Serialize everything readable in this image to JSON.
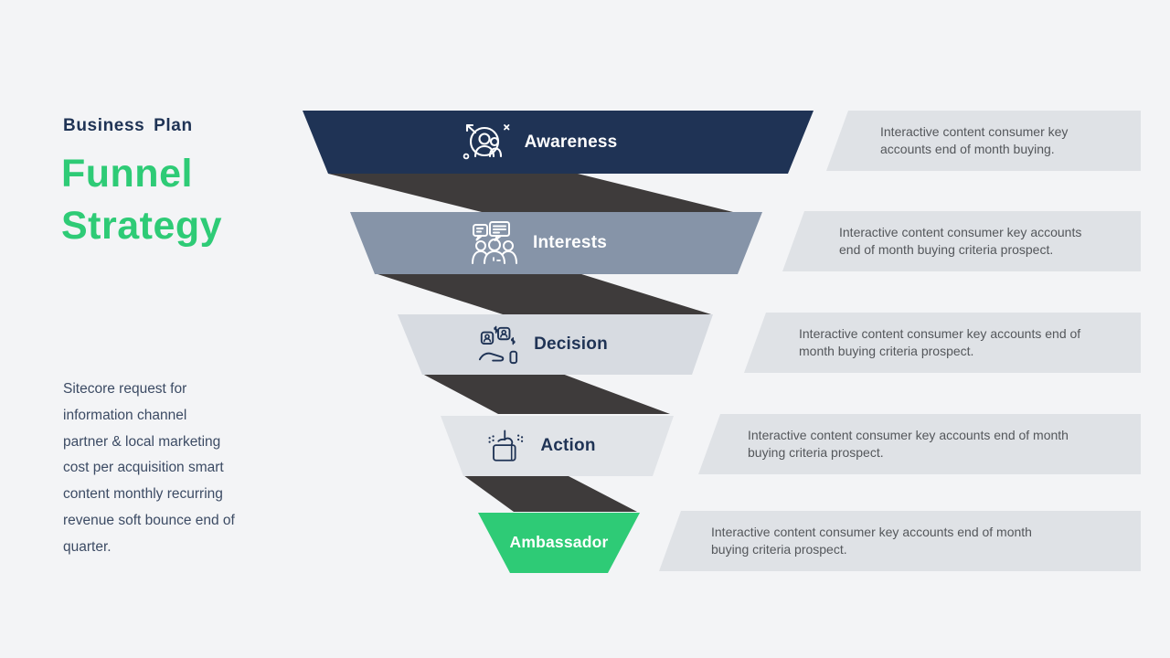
{
  "slide": {
    "eyebrow": "Business Plan",
    "title": "Funnel\nStrategy",
    "intro": "Sitecore request for\ninformation channel\npartner & local marketing\ncost per acquisition smart\ncontent monthly recurring\nrevenue soft bounce end of\nquarter."
  },
  "palette": {
    "background": "#F3F4F6",
    "navy": "#1F3355",
    "green": "#2ECB76",
    "slate_blue": "#8694A8",
    "stage_gray_light": "#D7DBE1",
    "stage_gray_lighter": "#E1E4E8",
    "connector_dark": "#3E3B3B",
    "card_gray": "#DFE2E6",
    "card_text_gray": "#54575B",
    "white": "#FFFFFF"
  },
  "funnel": {
    "stages": [
      {
        "label": "Awareness",
        "icon": "awareness-audience-search-icon",
        "band_color": "#1F3355",
        "label_color": "#FFFFFF",
        "description": "Interactive content consumer key\naccounts end of month buying."
      },
      {
        "label": "Interests",
        "icon": "group-discussion-icon",
        "band_color": "#8694A8",
        "label_color": "#FFFFFF",
        "description": "Interactive content consumer key accounts\nend of month buying criteria prospect."
      },
      {
        "label": "Decision",
        "icon": "hand-value-offer-icon",
        "band_color": "#D7DBE1",
        "label_color": "#1F3355",
        "description": "Interactive content consumer key accounts end of\nmonth buying criteria prospect."
      },
      {
        "label": "Action",
        "icon": "hand-click-case-icon",
        "band_color": "#E1E4E8",
        "label_color": "#1F3355",
        "description": "Interactive content consumer key accounts end of month\nbuying criteria prospect."
      },
      {
        "label": "Ambassador",
        "icon": null,
        "band_color": "#2ECB76",
        "label_color": "#FFFFFF",
        "description": "Interactive content consumer key accounts end of month\nbuying criteria prospect."
      }
    ]
  }
}
